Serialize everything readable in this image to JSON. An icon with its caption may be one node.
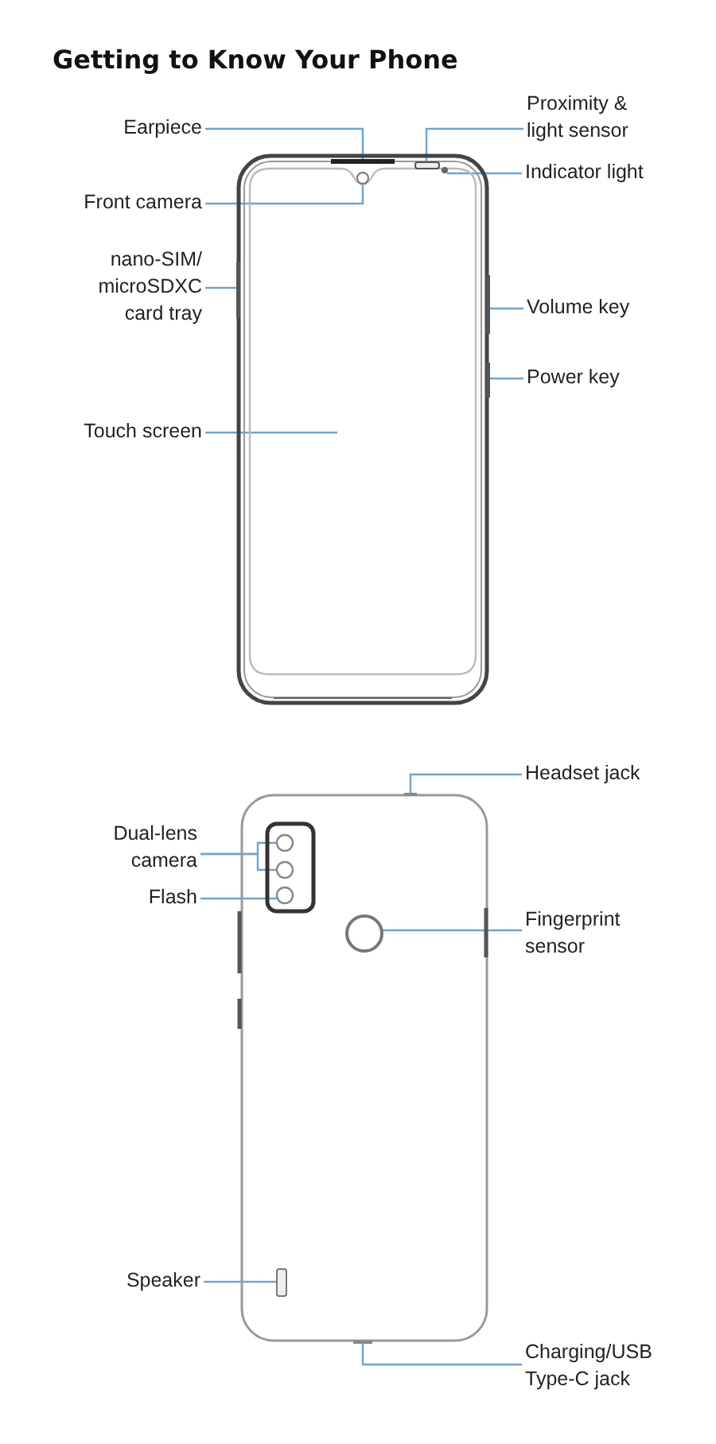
{
  "diagram": {
    "title": "Getting to Know Your Phone",
    "nodes": [
      {
        "text": [
          "Earpiece"
        ]
      },
      {
        "text": [
          "Proximity & light sensor"
        ]
      },
      {
        "text": [
          "Indicator light"
        ]
      },
      {
        "text": [
          "Front camera"
        ]
      },
      {
        "text": [
          "nano-SIM/ microSDXC card tray"
        ]
      },
      {
        "text": [
          "Volume key"
        ]
      },
      {
        "text": [
          "Power key"
        ]
      },
      {
        "text": [
          "Touch screen"
        ]
      },
      {
        "text": [
          "Headset jack"
        ]
      },
      {
        "text": [
          "Dual-lens camera"
        ]
      },
      {
        "text": [
          "Flash"
        ]
      },
      {
        "text": [
          "Fingerprint sensor"
        ]
      },
      {
        "text": [
          "Speaker"
        ]
      },
      {
        "text": [
          "Charging/USB Type-C jack"
        ]
      },
      {
        "text": [],
        "shape": "bar"
      },
      {
        "text": [],
        "shape": "box"
      },
      {
        "text": [],
        "shape": "circle"
      },
      {
        "text": [],
        "shape": "circle"
      },
      {
        "text": [],
        "shape": "bar"
      },
      {
        "text": [],
        "shape": "bar"
      },
      {
        "text": [],
        "shape": "bar"
      },
      {
        "text": [],
        "shape": "circle"
      },
      {
        "text": [],
        "shape": "circle"
      },
      {
        "text": [],
        "shape": "circle"
      },
      {
        "text": [],
        "shape": "circle"
      },
      {
        "text": [],
        "shape": "box"
      },
      {
        "text": [],
        "shape": "bar"
      },
      {
        "text": [],
        "shape": "bar"
      }
    ],
    "edges": [
      {
        "from": 0,
        "to": 14,
        "arrow": "none"
      },
      {
        "from": 1,
        "to": 15,
        "arrow": "none"
      },
      {
        "from": 2,
        "to": 16,
        "arrow": "none"
      },
      {
        "from": 3,
        "to": 17,
        "arrow": "none"
      },
      {
        "from": 4,
        "to": 18,
        "arrow": "none"
      },
      {
        "from": 5,
        "to": 19,
        "arrow": "none"
      },
      {
        "from": 6,
        "to": 20,
        "arrow": "none"
      },
      {
        "from": 7,
        "to": null,
        "arrow": "none"
      },
      {
        "from": 8,
        "to": 26,
        "arrow": "none"
      },
      {
        "from": 9,
        "to": 21,
        "arrow": "none"
      },
      {
        "from": 9,
        "to": 22,
        "arrow": "none"
      },
      {
        "from": 10,
        "to": 23,
        "arrow": "none"
      },
      {
        "from": 11,
        "to": 24,
        "arrow": "none"
      },
      {
        "from": 12,
        "to": 25,
        "arrow": "none"
      },
      {
        "from": 13,
        "to": 27,
        "arrow": "none"
      }
    ]
  }
}
